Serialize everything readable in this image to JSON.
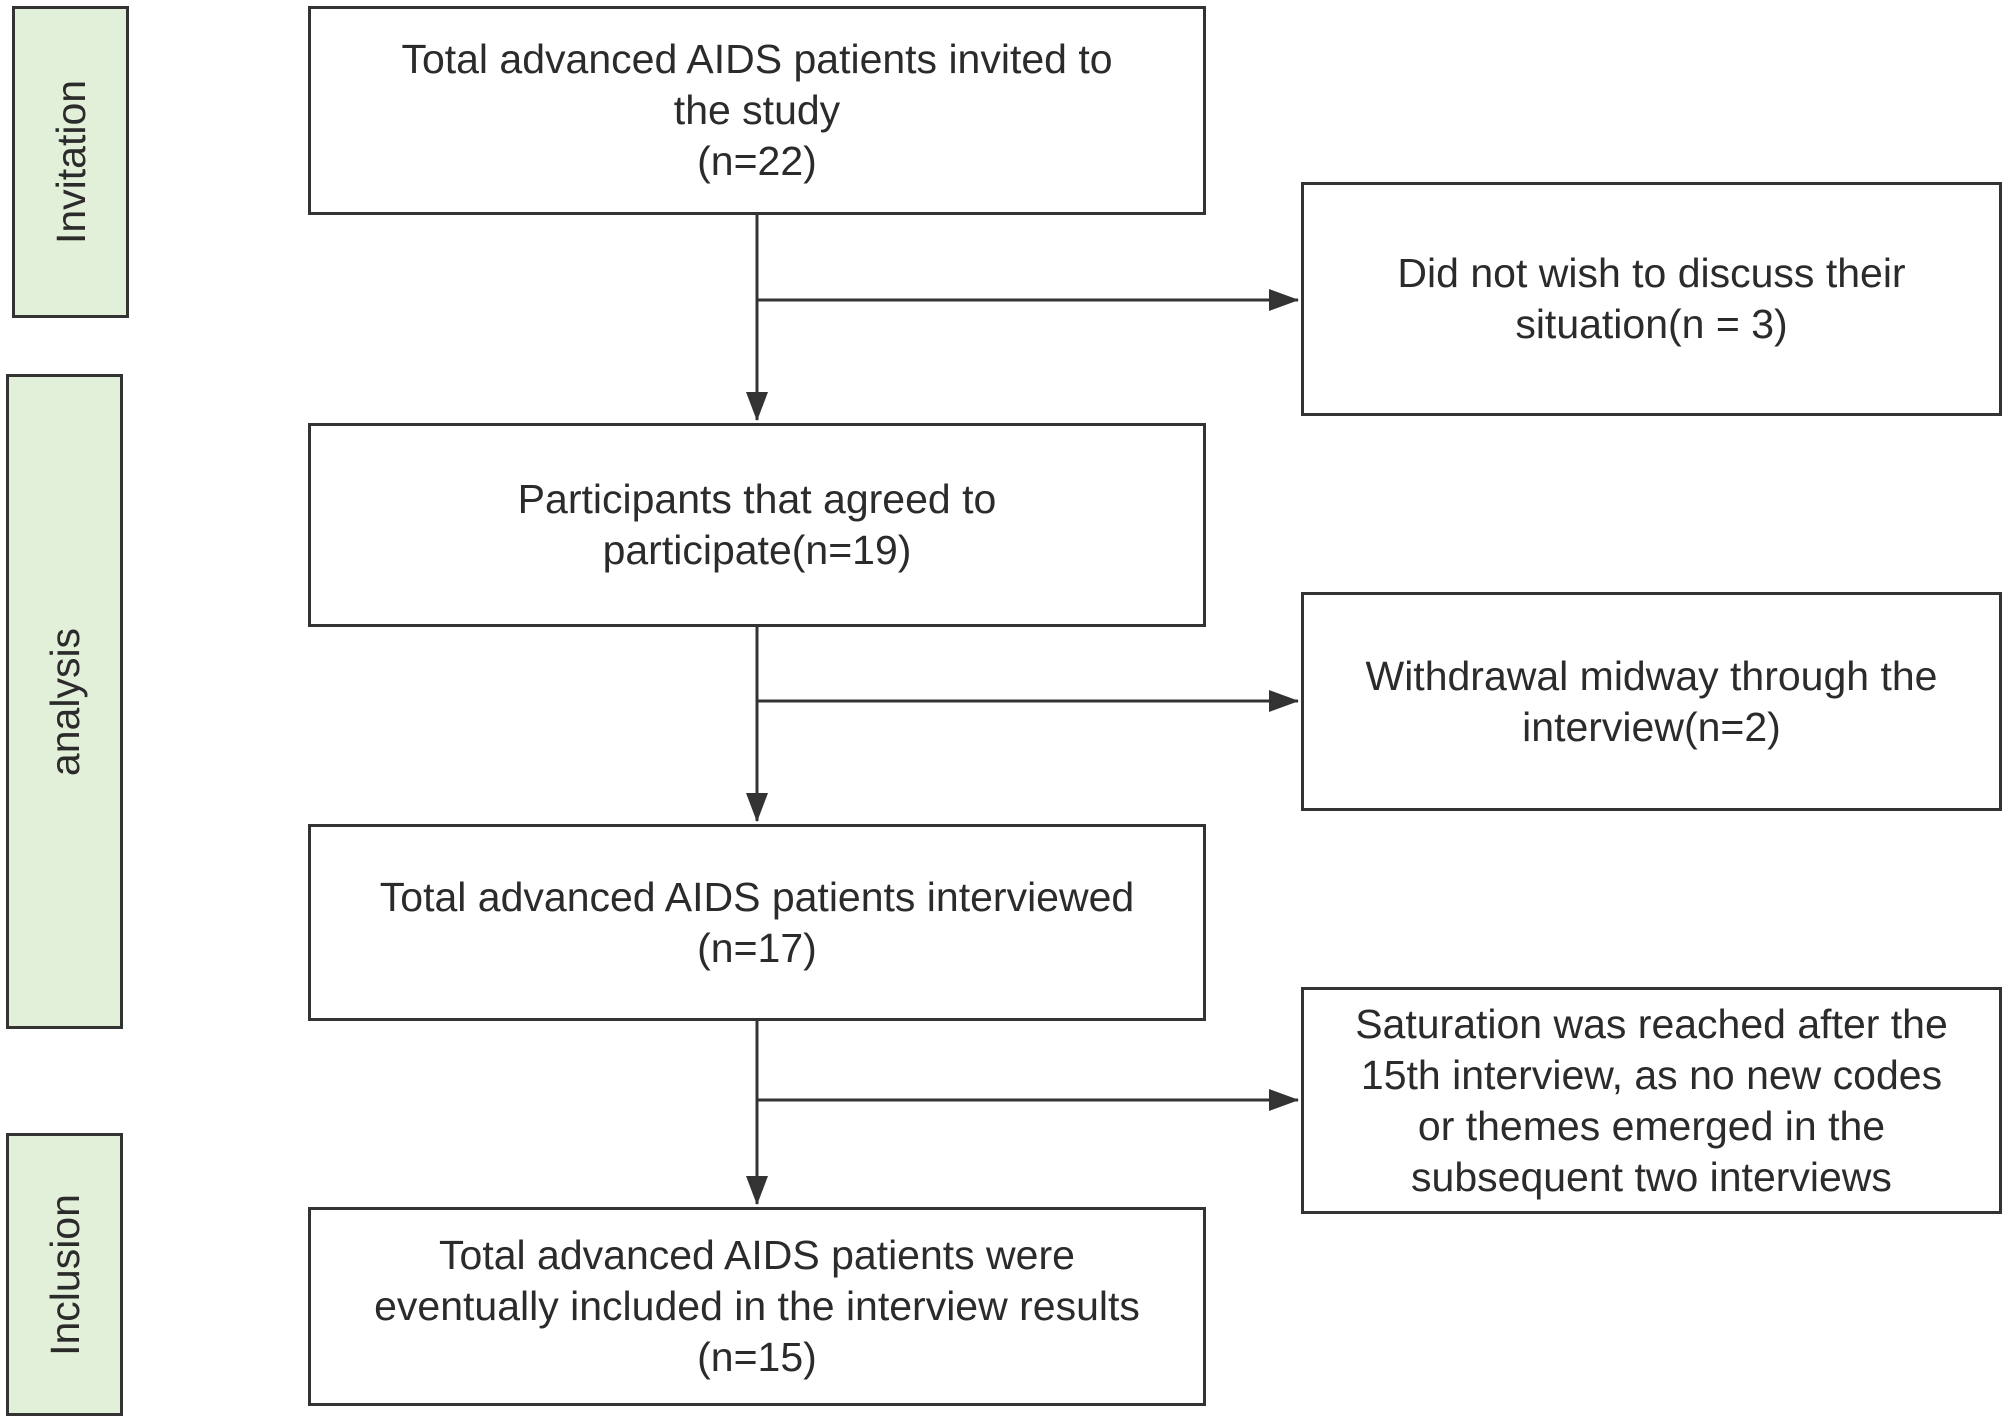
{
  "colors": {
    "stage_fill": "#e2efd9",
    "border": "#333333",
    "text": "#2b2b2b",
    "background": "#ffffff"
  },
  "stages": {
    "invitation": "Invitation",
    "analysis": "analysis",
    "inclusion": "Inclusion"
  },
  "boxes": {
    "invited": "Total advanced AIDS patients invited to\nthe study\n(n=22)",
    "agreed": "Participants that agreed to\nparticipate(n=19)",
    "interviewed": "Total advanced AIDS patients interviewed\n(n=17)",
    "included": "Total advanced AIDS patients were\neventually included in the interview results\n(n=15)"
  },
  "exclusions": {
    "did_not_wish": "Did not wish to discuss their\nsituation(n = 3)",
    "withdrawal": "Withdrawal midway through the\ninterview(n=2)",
    "saturation": "Saturation was reached after the\n15th interview, as no new codes\nor themes emerged in the\nsubsequent two interviews"
  }
}
